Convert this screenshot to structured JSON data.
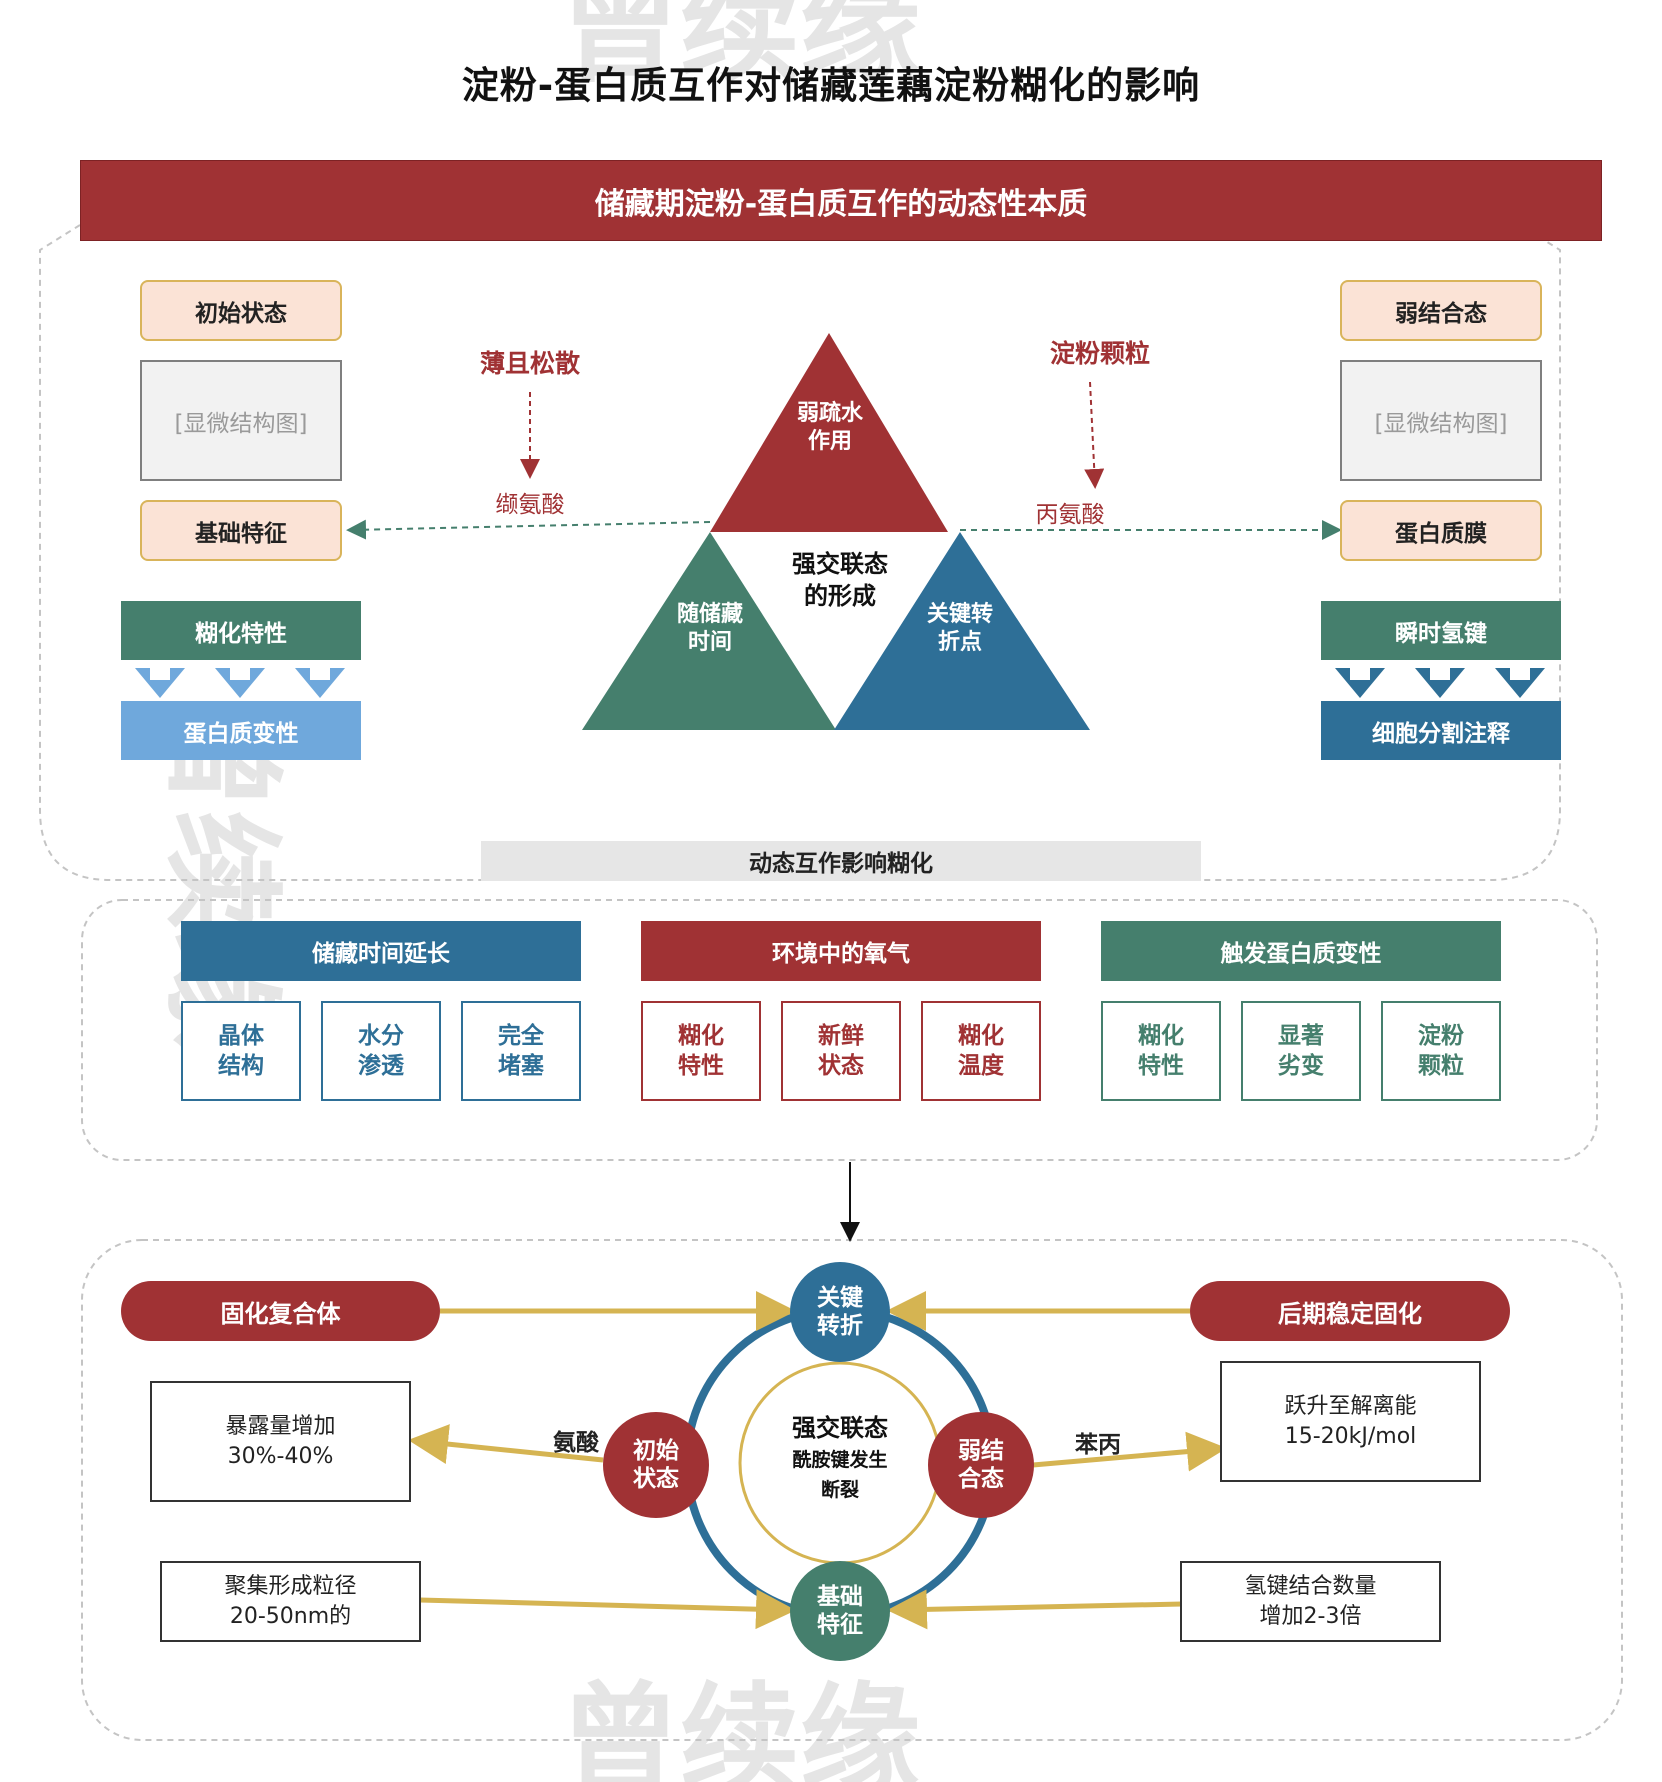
{
  "page_title": "淀粉-蛋白质互作对储藏莲藕淀粉糊化的影响",
  "watermark": "曾续缘",
  "top_banner": "储藏期淀粉-蛋白质互作的动态性本质",
  "left_column": {
    "state_label": "初始状态",
    "image_placeholder": "[显微结构图]",
    "feature_label": "基础特征",
    "bar_top": "糊化特性",
    "bar_bottom": "蛋白质变性"
  },
  "right_column": {
    "state_label": "弱结合态",
    "image_placeholder": "[显微结构图]",
    "feature_label": "蛋白质膜",
    "bar_top": "瞬时氢键",
    "bar_bottom": "细胞分割注释"
  },
  "triangle_group": {
    "top": [
      "弱疏水",
      "作用"
    ],
    "center": [
      "强交联态",
      "的形成"
    ],
    "left": [
      "随储藏",
      "时间"
    ],
    "right": [
      "关键转",
      "折点"
    ]
  },
  "left_annotation": {
    "title": "薄且松散",
    "sub": "缬氨酸"
  },
  "right_annotation": {
    "title": "淀粉颗粒",
    "sub": "丙氨酸"
  },
  "section_label": "动态互作影响糊化",
  "categories": [
    {
      "header": "储藏时间延长",
      "items": [
        [
          "晶体",
          "结构"
        ],
        [
          "水分",
          "渗透"
        ],
        [
          "完全",
          "堵塞"
        ]
      ]
    },
    {
      "header": "环境中的氧气",
      "items": [
        [
          "糊化",
          "特性"
        ],
        [
          "新鲜",
          "状态"
        ],
        [
          "糊化",
          "温度"
        ]
      ]
    },
    {
      "header": "触发蛋白质变性",
      "items": [
        [
          "糊化",
          "特性"
        ],
        [
          "显著",
          "劣变"
        ],
        [
          "淀粉",
          "颗粒"
        ]
      ]
    }
  ],
  "cycle": {
    "left_pill": "固化复合体",
    "right_pill": "后期稳定固化",
    "center": [
      "强交联态",
      "酰胺键发生",
      "断裂"
    ],
    "nodes": {
      "top": [
        "关键",
        "转折"
      ],
      "left": [
        "初始",
        "状态"
      ],
      "right": [
        "弱结",
        "合态"
      ],
      "bottom": [
        "基础",
        "特征"
      ]
    },
    "left_arrow_label": "氨酸",
    "right_arrow_label": "苯丙",
    "notes": {
      "top_left": [
        "暴露量增加",
        "30%-40%"
      ],
      "top_right": [
        "跃升至解离能",
        "15-20kJ/mol"
      ],
      "bottom_left": [
        "聚集形成粒径",
        "20-50nm的"
      ],
      "bottom_right": [
        "氢键结合数量",
        "增加2-3倍"
      ]
    }
  },
  "colors": {
    "red": "#a03234",
    "green": "#457f6d",
    "blue": "#2e6f97",
    "light_blue": "#6fa8dc",
    "gold": "#d5b452",
    "peach": "#fbe3d6"
  }
}
